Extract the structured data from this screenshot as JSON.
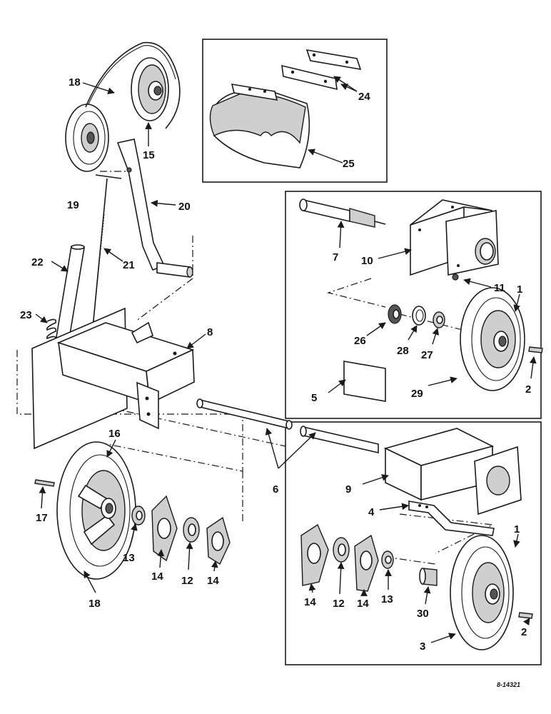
{
  "drawing_number": "8-14321",
  "callouts": {
    "c18_top": "18",
    "c15": "15",
    "c19": "19",
    "c24": "24",
    "c25": "25",
    "c20": "20",
    "c21": "21",
    "c22": "22",
    "c23": "23",
    "c8": "8",
    "c7": "7",
    "c10": "10",
    "c11": "11",
    "c1_top": "1",
    "c26": "26",
    "c28": "28",
    "c27": "27",
    "c5": "5",
    "c29": "29",
    "c2_top": "2",
    "c16": "16",
    "c17": "17",
    "c13_left": "13",
    "c14_left_a": "14",
    "c12_left": "12",
    "c14_left_b": "14",
    "c18_bottom": "18",
    "c6": "6",
    "c9": "9",
    "c4": "4",
    "c1_bottom": "1",
    "c14_right_a": "14",
    "c12_right": "12",
    "c14_right_b": "14",
    "c13_right": "13",
    "c30": "30",
    "c2_bottom": "2",
    "c3": "3"
  }
}
